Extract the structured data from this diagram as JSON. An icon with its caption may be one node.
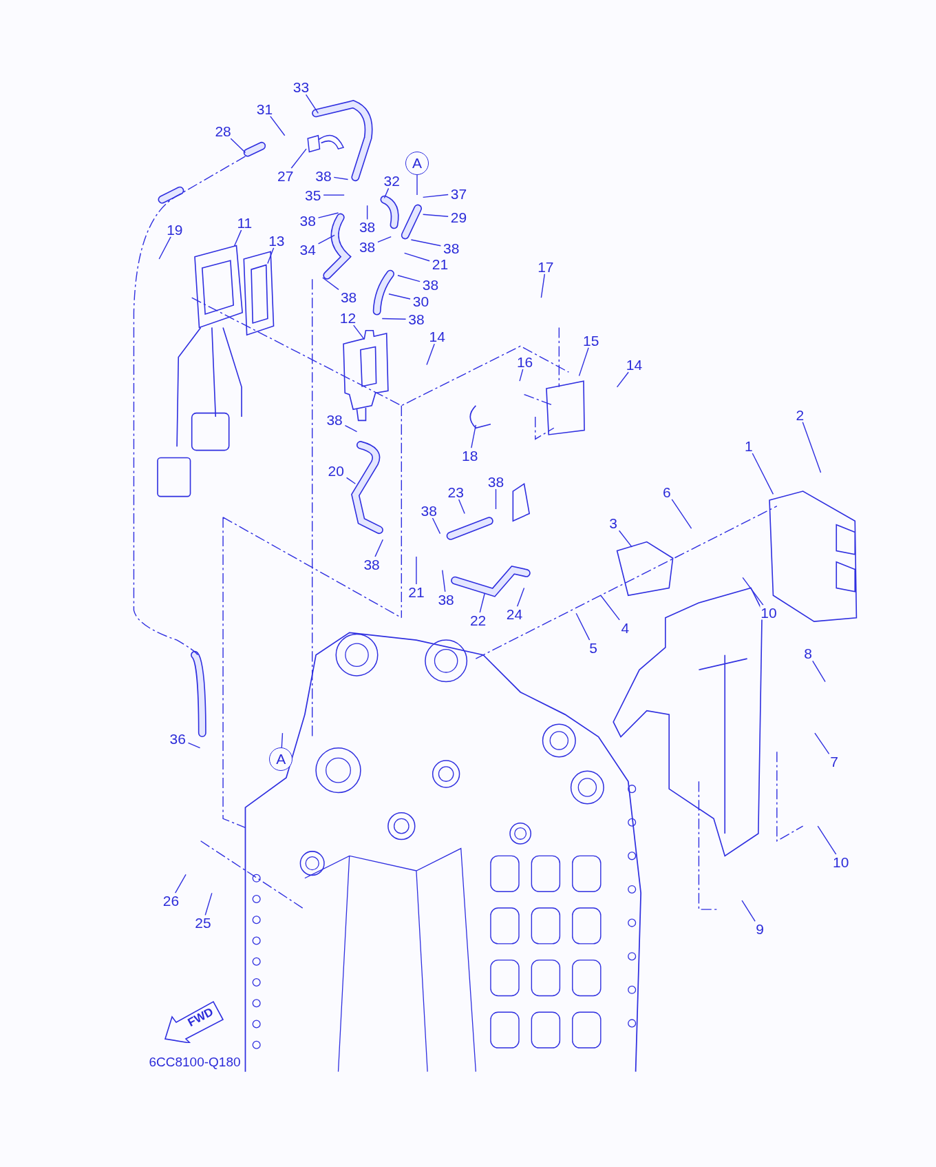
{
  "diagram": {
    "nodes": [
      {
        "text": [
          "33"
        ]
      },
      {
        "text": [
          "31"
        ]
      },
      {
        "text": [
          "28"
        ]
      },
      {
        "text": [
          "27"
        ]
      },
      {
        "text": [
          "38"
        ]
      },
      {
        "text": [
          "35"
        ]
      },
      {
        "text": [
          "32"
        ]
      },
      {
        "text": [
          "37"
        ]
      },
      {
        "text": [
          "A"
        ]
      },
      {
        "text": [
          "38"
        ]
      },
      {
        "text": [
          "38"
        ]
      },
      {
        "text": [
          "29"
        ]
      },
      {
        "text": [
          "19"
        ]
      },
      {
        "text": [
          "11"
        ]
      },
      {
        "text": [
          "13"
        ]
      },
      {
        "text": [
          "34"
        ]
      },
      {
        "text": [
          "38"
        ]
      },
      {
        "text": [
          "38"
        ]
      },
      {
        "text": [
          "21"
        ]
      },
      {
        "text": [
          "38"
        ]
      },
      {
        "text": [
          "38"
        ]
      },
      {
        "text": [
          "30"
        ]
      },
      {
        "text": [
          "12"
        ]
      },
      {
        "text": [
          "38"
        ]
      },
      {
        "text": [
          "14"
        ]
      },
      {
        "text": [
          "17"
        ]
      },
      {
        "text": [
          "15"
        ]
      },
      {
        "text": [
          "16"
        ]
      },
      {
        "text": [
          "14"
        ]
      },
      {
        "text": [
          "18"
        ]
      },
      {
        "text": [
          "38"
        ]
      },
      {
        "text": [
          "20"
        ]
      },
      {
        "text": [
          "23"
        ]
      },
      {
        "text": [
          "38"
        ]
      },
      {
        "text": [
          "38"
        ]
      },
      {
        "text": [
          "38"
        ]
      },
      {
        "text": [
          "21"
        ]
      },
      {
        "text": [
          "38"
        ]
      },
      {
        "text": [
          "22"
        ]
      },
      {
        "text": [
          "24"
        ]
      },
      {
        "text": [
          "2"
        ]
      },
      {
        "text": [
          "1"
        ]
      },
      {
        "text": [
          "6"
        ]
      },
      {
        "text": [
          "3"
        ]
      },
      {
        "text": [
          "10"
        ]
      },
      {
        "text": [
          "4"
        ]
      },
      {
        "text": [
          "5"
        ]
      },
      {
        "text": [
          "8"
        ]
      },
      {
        "text": [
          "7"
        ]
      },
      {
        "text": [
          "10"
        ]
      },
      {
        "text": [
          "9"
        ]
      },
      {
        "text": [
          "36"
        ]
      },
      {
        "text": [
          "26"
        ]
      },
      {
        "text": [
          "25"
        ]
      },
      {
        "text": [
          "A"
        ]
      },
      {
        "text": [
          "FWD"
        ]
      }
    ],
    "edges": [
      {
        "from": 0,
        "to": null,
        "arrow": "none"
      },
      {
        "from": 1,
        "to": null,
        "arrow": "none"
      },
      {
        "from": 2,
        "to": null,
        "arrow": "none"
      },
      {
        "from": 3,
        "to": null,
        "arrow": "none"
      },
      {
        "from": 4,
        "to": null,
        "arrow": "none"
      },
      {
        "from": 5,
        "to": null,
        "arrow": "none"
      },
      {
        "from": 6,
        "to": null,
        "arrow": "none"
      },
      {
        "from": 7,
        "to": null,
        "arrow": "none"
      },
      {
        "from": 8,
        "to": null,
        "arrow": "none"
      },
      {
        "from": 9,
        "to": null,
        "arrow": "none"
      },
      {
        "from": 10,
        "to": null,
        "arrow": "none"
      },
      {
        "from": 11,
        "to": null,
        "arrow": "none"
      },
      {
        "from": 12,
        "to": null,
        "arrow": "none"
      },
      {
        "from": 13,
        "to": null,
        "arrow": "none"
      },
      {
        "from": 14,
        "to": null,
        "arrow": "none"
      },
      {
        "from": 15,
        "to": null,
        "arrow": "none"
      },
      {
        "from": 16,
        "to": null,
        "arrow": "none"
      },
      {
        "from": 17,
        "to": null,
        "arrow": "none"
      },
      {
        "from": 18,
        "to": null,
        "arrow": "none"
      },
      {
        "from": 19,
        "to": null,
        "arrow": "none"
      },
      {
        "from": 20,
        "to": null,
        "arrow": "none"
      },
      {
        "from": 21,
        "to": null,
        "arrow": "none"
      },
      {
        "from": 22,
        "to": null,
        "arrow": "none"
      },
      {
        "from": 23,
        "to": null,
        "arrow": "none"
      },
      {
        "from": 24,
        "to": null,
        "arrow": "none"
      },
      {
        "from": 25,
        "to": null,
        "arrow": "none"
      },
      {
        "from": 26,
        "to": null,
        "arrow": "none"
      },
      {
        "from": 27,
        "to": null,
        "arrow": "none"
      },
      {
        "from": 28,
        "to": null,
        "arrow": "none"
      },
      {
        "from": 29,
        "to": null,
        "arrow": "none"
      },
      {
        "from": 30,
        "to": null,
        "arrow": "none"
      },
      {
        "from": 31,
        "to": null,
        "arrow": "none"
      },
      {
        "from": 32,
        "to": null,
        "arrow": "none"
      },
      {
        "from": 33,
        "to": null,
        "arrow": "none"
      },
      {
        "from": 34,
        "to": null,
        "arrow": "none"
      },
      {
        "from": 35,
        "to": null,
        "arrow": "none"
      },
      {
        "from": 36,
        "to": null,
        "arrow": "none"
      },
      {
        "from": 37,
        "to": null,
        "arrow": "none"
      },
      {
        "from": 38,
        "to": null,
        "arrow": "none"
      },
      {
        "from": 39,
        "to": null,
        "arrow": "none"
      },
      {
        "from": 40,
        "to": null,
        "arrow": "none"
      },
      {
        "from": 41,
        "to": null,
        "arrow": "none"
      },
      {
        "from": 42,
        "to": null,
        "arrow": "none"
      },
      {
        "from": 43,
        "to": null,
        "arrow": "none"
      },
      {
        "from": 44,
        "to": null,
        "arrow": "none"
      },
      {
        "from": 45,
        "to": null,
        "arrow": "none"
      },
      {
        "from": 46,
        "to": null,
        "arrow": "none"
      },
      {
        "from": 47,
        "to": null,
        "arrow": "none"
      },
      {
        "from": 48,
        "to": null,
        "arrow": "none"
      },
      {
        "from": 49,
        "to": null,
        "arrow": "none"
      },
      {
        "from": 50,
        "to": null,
        "arrow": "none"
      },
      {
        "from": 51,
        "to": null,
        "arrow": "none"
      },
      {
        "from": 52,
        "to": null,
        "arrow": "none"
      },
      {
        "from": 53,
        "to": null,
        "arrow": "none"
      },
      {
        "from": 54,
        "to": null,
        "arrow": "none"
      }
    ],
    "labels": [
      "6CC8100-Q180"
    ]
  }
}
